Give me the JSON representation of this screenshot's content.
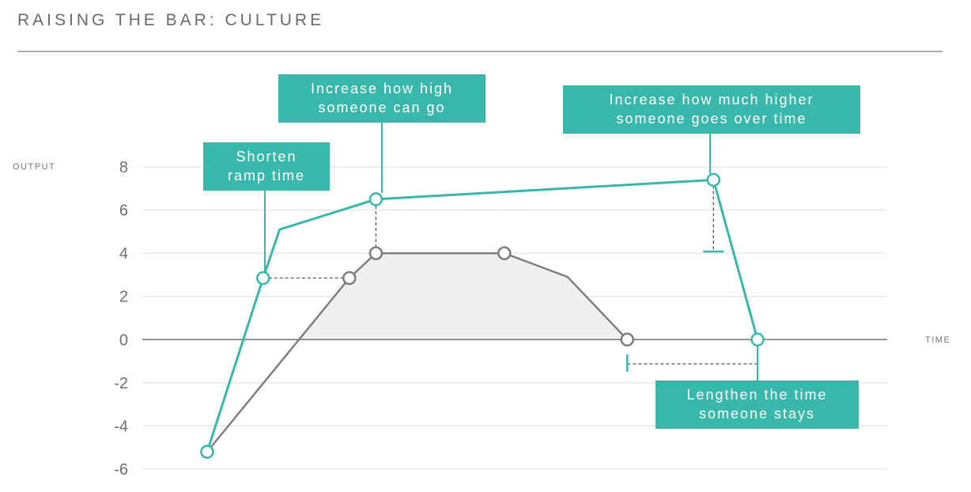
{
  "page": {
    "title": "RAISING THE BAR: CULTURE"
  },
  "colors": {
    "teal": "#3ab7ab",
    "gray": "#7c7c7c",
    "fill": "#efefef",
    "grid": "#dddddd",
    "axis": "#777777"
  },
  "chart_data": {
    "type": "line",
    "title": "RAISING THE BAR: CULTURE",
    "ylabel": "OUTPUT",
    "xlabel": "TIME",
    "ylim": [
      -6,
      8
    ],
    "yticks": [
      8,
      6,
      4,
      2,
      0,
      -2,
      -4,
      -6
    ],
    "ytick_labels": [
      "8",
      "6",
      "4",
      "2",
      "0",
      "-2",
      "-4",
      "-6"
    ],
    "grid": true,
    "series": [
      {
        "color": "teal",
        "points": [
          [
            0,
            -5.2
          ],
          [
            0.61,
            2.85
          ],
          [
            0.79,
            5.1
          ],
          [
            1.84,
            6.5
          ],
          [
            5.52,
            7.4
          ],
          [
            6.0,
            0
          ]
        ],
        "markers": [
          0,
          1,
          3,
          4,
          5
        ]
      },
      {
        "color": "gray",
        "filled": true,
        "points": [
          [
            0,
            -5.2
          ],
          [
            1.55,
            2.85
          ],
          [
            1.84,
            4.0
          ],
          [
            3.24,
            4.0
          ],
          [
            3.93,
            2.9
          ],
          [
            4.58,
            0
          ]
        ],
        "markers": [
          0,
          1,
          2,
          3,
          5
        ]
      }
    ],
    "annotations": [
      {
        "text": "Shorten ramp time",
        "lines": [
          "Shorten",
          "ramp time"
        ]
      },
      {
        "text": "Increase how high someone can go",
        "lines": [
          "Increase how high",
          "someone can go"
        ]
      },
      {
        "text": "Increase how much higher someone goes over time",
        "lines": [
          "Increase how much higher",
          "someone goes over time"
        ]
      },
      {
        "text": "Lengthen the time someone stays",
        "lines": [
          "Lengthen the time",
          "someone stays"
        ]
      }
    ]
  }
}
